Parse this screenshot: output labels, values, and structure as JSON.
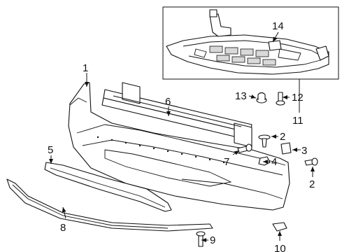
{
  "labels": [
    {
      "id": "1",
      "text": "1"
    },
    {
      "id": "2a",
      "text": "2"
    },
    {
      "id": "2b",
      "text": "2"
    },
    {
      "id": "3",
      "text": "3"
    },
    {
      "id": "4",
      "text": "4"
    },
    {
      "id": "5",
      "text": "5"
    },
    {
      "id": "6",
      "text": "6"
    },
    {
      "id": "7",
      "text": "7"
    },
    {
      "id": "8",
      "text": "8"
    },
    {
      "id": "9",
      "text": "9"
    },
    {
      "id": "10",
      "text": "10"
    },
    {
      "id": "11",
      "text": "11"
    },
    {
      "id": "12",
      "text": "12"
    },
    {
      "id": "13",
      "text": "13"
    },
    {
      "id": "14",
      "text": "14"
    }
  ]
}
